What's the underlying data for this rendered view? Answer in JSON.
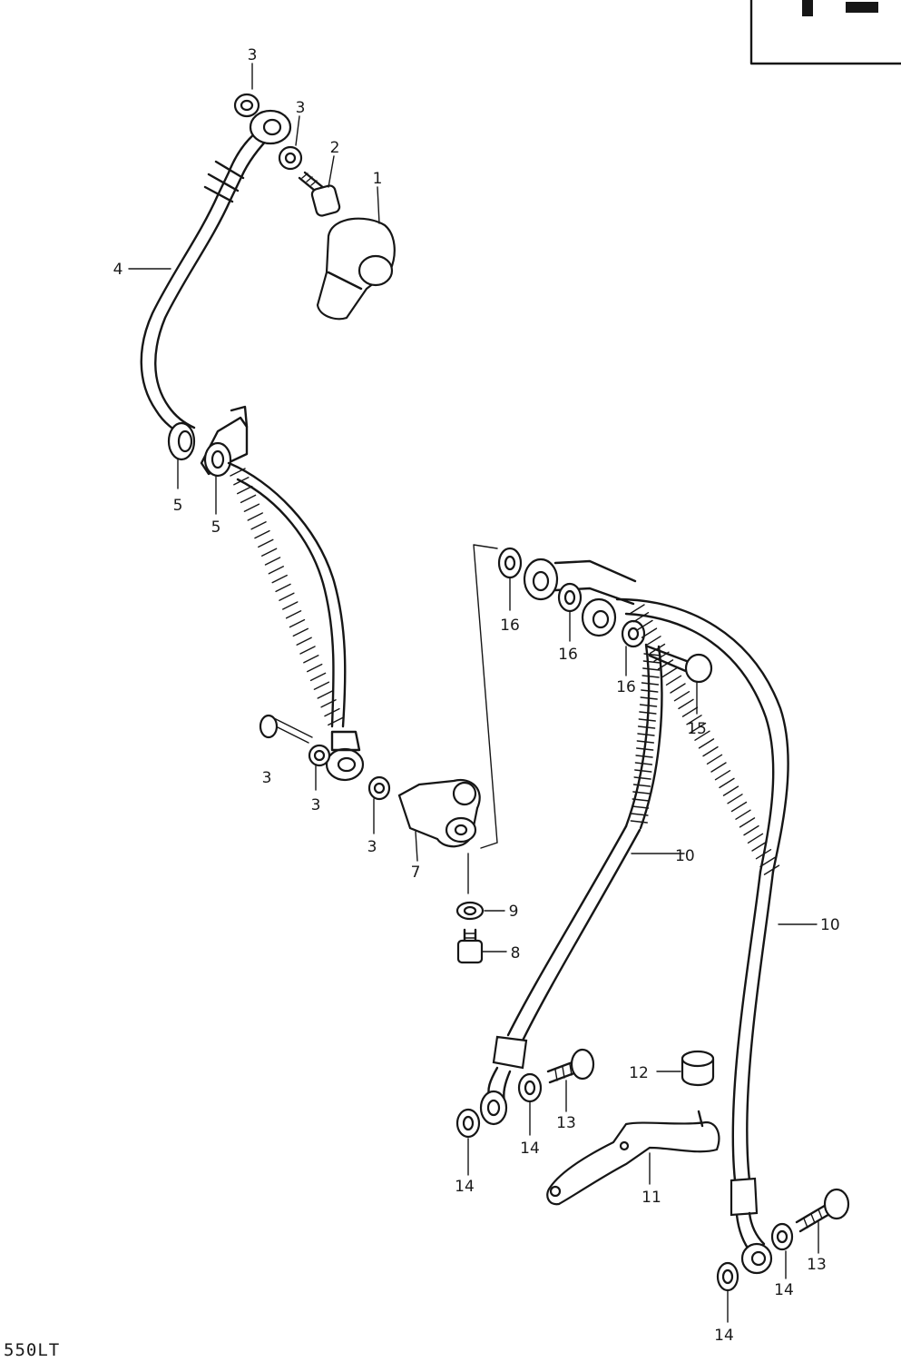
{
  "diagram": {
    "model_code": "550LT",
    "callouts": [
      {
        "id": "c3a",
        "text": "3"
      },
      {
        "id": "c3b",
        "text": "3"
      },
      {
        "id": "c2",
        "text": "2"
      },
      {
        "id": "c1",
        "text": "1"
      },
      {
        "id": "c4",
        "text": "4"
      },
      {
        "id": "c5a",
        "text": "5"
      },
      {
        "id": "c5b",
        "text": "5"
      },
      {
        "id": "c16a",
        "text": "16"
      },
      {
        "id": "c16b",
        "text": "16"
      },
      {
        "id": "c16c",
        "text": "16"
      },
      {
        "id": "c15",
        "text": "15"
      },
      {
        "id": "c3c",
        "text": "3"
      },
      {
        "id": "c3d",
        "text": "3"
      },
      {
        "id": "c3e",
        "text": "3"
      },
      {
        "id": "c7",
        "text": "7"
      },
      {
        "id": "c9",
        "text": "9"
      },
      {
        "id": "c8",
        "text": "8"
      },
      {
        "id": "c10a",
        "text": "10"
      },
      {
        "id": "c10b",
        "text": "10"
      },
      {
        "id": "c12",
        "text": "12"
      },
      {
        "id": "c13a",
        "text": "13"
      },
      {
        "id": "c14a",
        "text": "14"
      },
      {
        "id": "c14b",
        "text": "14"
      },
      {
        "id": "c11",
        "text": "11"
      },
      {
        "id": "c13b",
        "text": "13"
      },
      {
        "id": "c14c",
        "text": "14"
      },
      {
        "id": "c14d",
        "text": "14"
      }
    ]
  }
}
